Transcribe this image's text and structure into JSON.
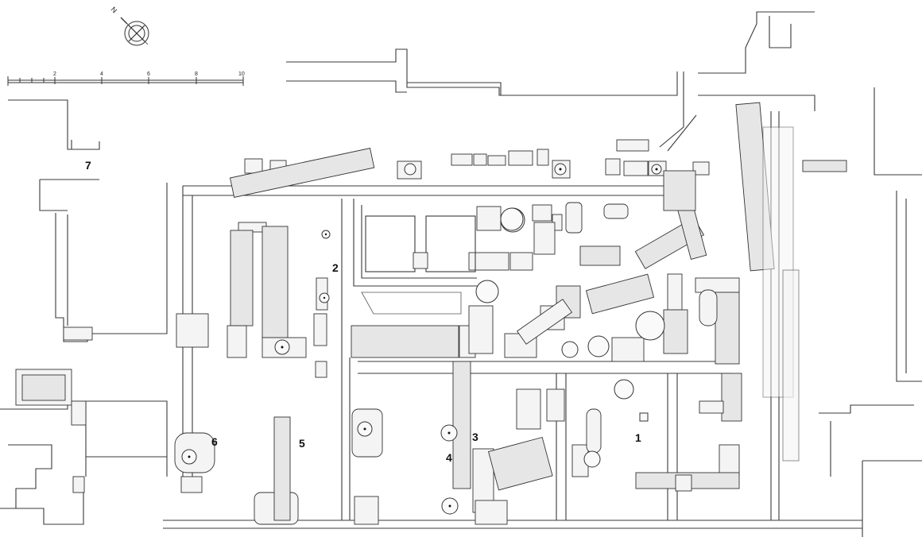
{
  "compass": {
    "north_letter": "N",
    "icon": "north-arrow-icon"
  },
  "scale_bar": {
    "ticks": [
      "2",
      "4",
      "6",
      "8",
      "10"
    ]
  },
  "labels": [
    "1",
    "2",
    "3",
    "4",
    "5",
    "6",
    "7"
  ],
  "colors": {
    "line": "#333333",
    "fill": "#f4f4f4",
    "background": "#ffffff"
  }
}
